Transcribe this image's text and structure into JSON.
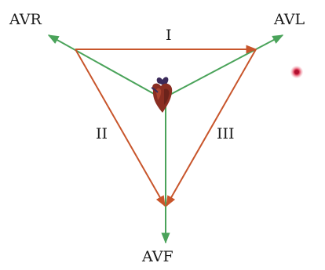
{
  "labels": {
    "avr": "AVR",
    "avl": "AVL",
    "avf": "AVF",
    "lead_i": "I",
    "lead_ii": "II",
    "lead_iii": "III"
  },
  "colors": {
    "limb_lead_arrows": "#c8552b",
    "augmented_lead_arrows": "#4aa35a",
    "heart": "#8a2e22",
    "marker": "#d8344a",
    "text": "#1a1a1a",
    "background": "#ffffff"
  },
  "icons": {
    "center": "heart-icon",
    "marker": "dot-icon"
  }
}
